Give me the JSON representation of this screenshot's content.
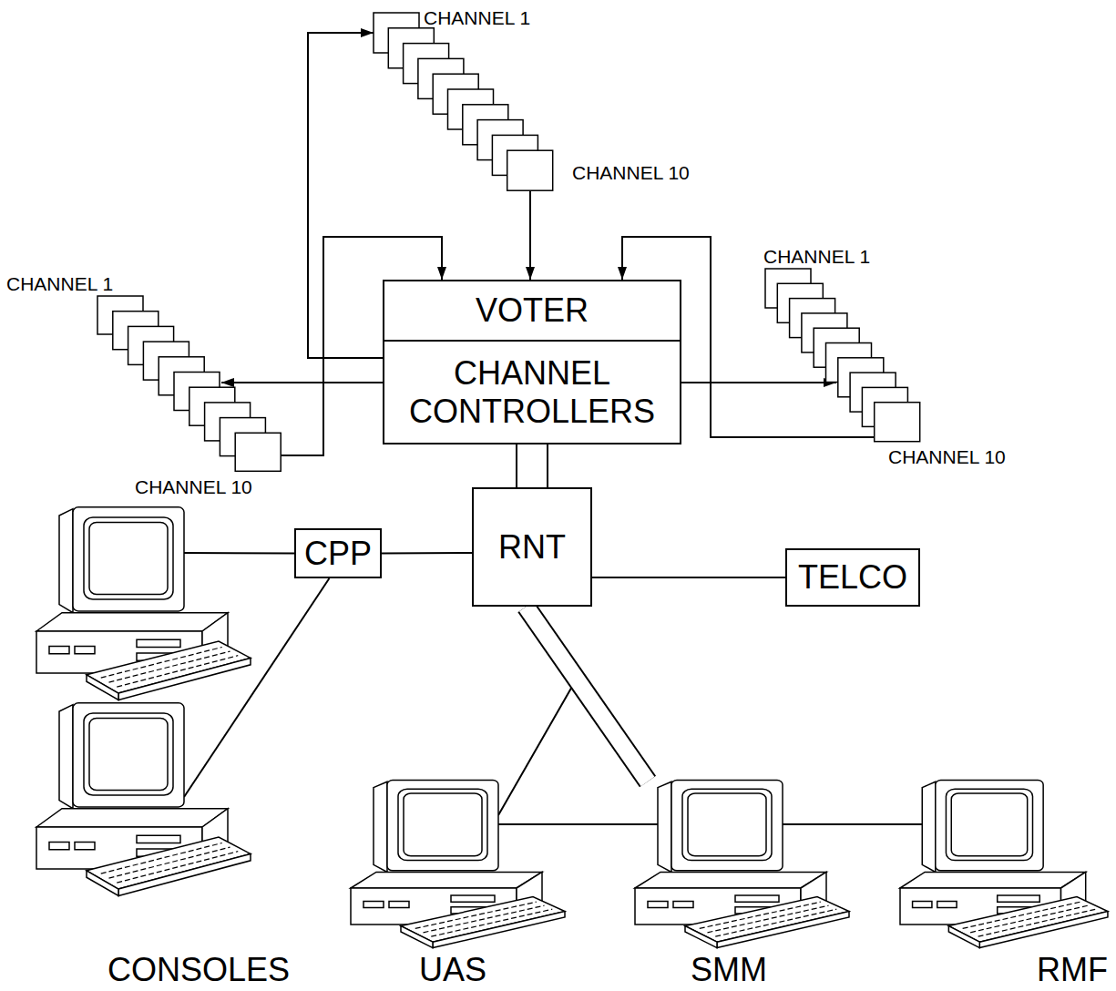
{
  "diagram": {
    "nodes": [
      {
        "text": [
          "CHANNEL 1",
          "CHANNEL 10"
        ]
      },
      {
        "text": [
          "VOTER"
        ]
      },
      {
        "text": [
          "CHANNEL CONTROLLERS"
        ]
      },
      {
        "text": [
          "CHANNEL 1",
          "CHANNEL 10"
        ]
      },
      {
        "text": [
          "CHANNEL 1",
          "CHANNEL 10"
        ]
      },
      {
        "text": [
          "CPP"
        ]
      },
      {
        "text": [
          "RNT"
        ]
      },
      {
        "text": [
          "TELCO"
        ]
      },
      {
        "text": [
          "CONSOLES"
        ]
      },
      {
        "text": [
          "UAS"
        ]
      },
      {
        "text": [
          "SMM"
        ]
      },
      {
        "text": [
          "RMF"
        ]
      }
    ],
    "edges": [
      {
        "from": 2,
        "to": 0,
        "arrow": "to"
      },
      {
        "from": 0,
        "to": 1,
        "arrow": "to"
      },
      {
        "from": 2,
        "to": 4,
        "arrow": "to"
      },
      {
        "from": 4,
        "to": 1,
        "arrow": "to"
      },
      {
        "from": 2,
        "to": 3,
        "arrow": "to"
      },
      {
        "from": 3,
        "to": 1,
        "arrow": "to"
      },
      {
        "from": 2,
        "to": 6,
        "arrow": "none"
      },
      {
        "from": 5,
        "to": 6,
        "arrow": "none"
      },
      {
        "from": 6,
        "to": 7,
        "arrow": "none"
      },
      {
        "from": 5,
        "to": 8,
        "arrow": "none"
      },
      {
        "from": 5,
        "to": 8,
        "arrow": "none"
      },
      {
        "from": 6,
        "to": 9,
        "arrow": "none"
      },
      {
        "from": 6,
        "to": 10,
        "arrow": "none"
      },
      {
        "from": 9,
        "to": 10,
        "arrow": "none"
      },
      {
        "from": 10,
        "to": 11,
        "arrow": "none"
      }
    ]
  }
}
